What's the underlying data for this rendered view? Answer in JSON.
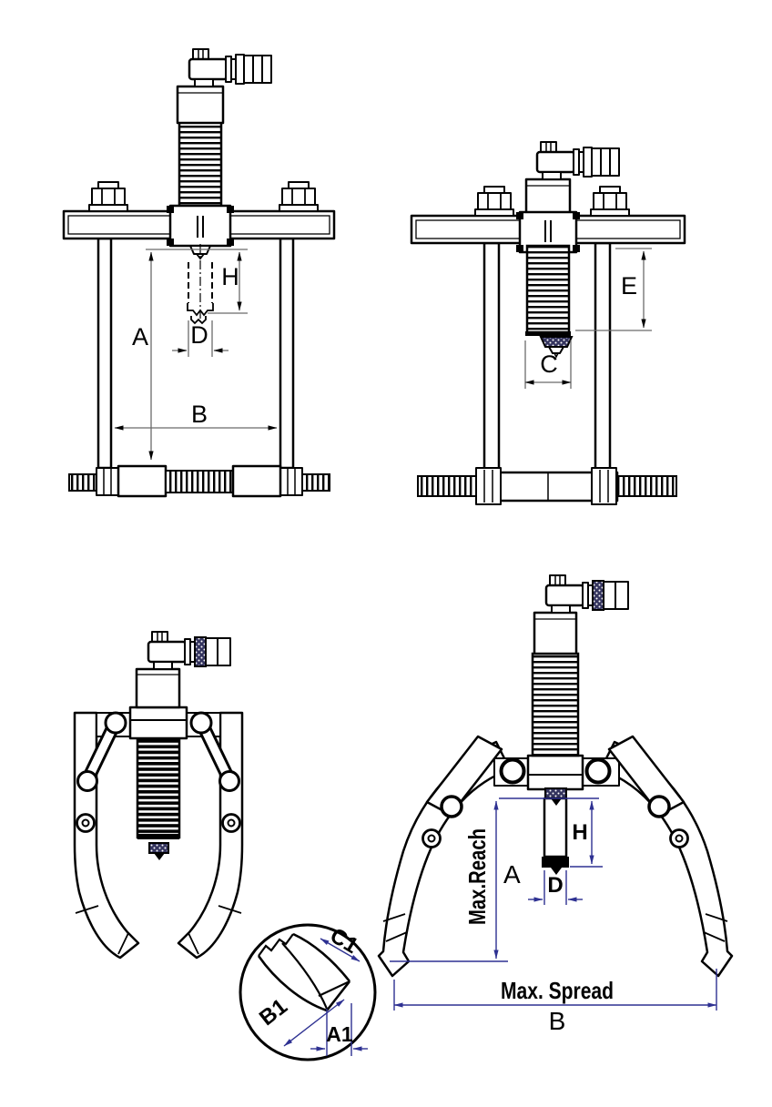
{
  "figures": {
    "top_left": {
      "labels": {
        "reach": "A",
        "spread": "B",
        "ram_stroke": "H",
        "ram_tip": "D"
      }
    },
    "top_right": {
      "labels": {
        "cylinder_stroke": "E",
        "cylinder_width": "C"
      }
    },
    "bottom_right": {
      "labels": {
        "max_reach": "Max.Reach",
        "reach": "A",
        "ram_stroke": "H",
        "ram_tip": "D",
        "max_spread": "Max. Spread",
        "spread": "B"
      }
    },
    "jaw_detail": {
      "labels": {
        "tip_width": "A1",
        "jaw_length": "B1",
        "jaw_face": "C1"
      }
    }
  },
  "colors": {
    "outline": "#000000",
    "dimension_top_figures": "#6b6b6b",
    "dimension_bottom_figures": "#2e3192",
    "knurl_fill": "#34345e",
    "background": "#ffffff"
  }
}
